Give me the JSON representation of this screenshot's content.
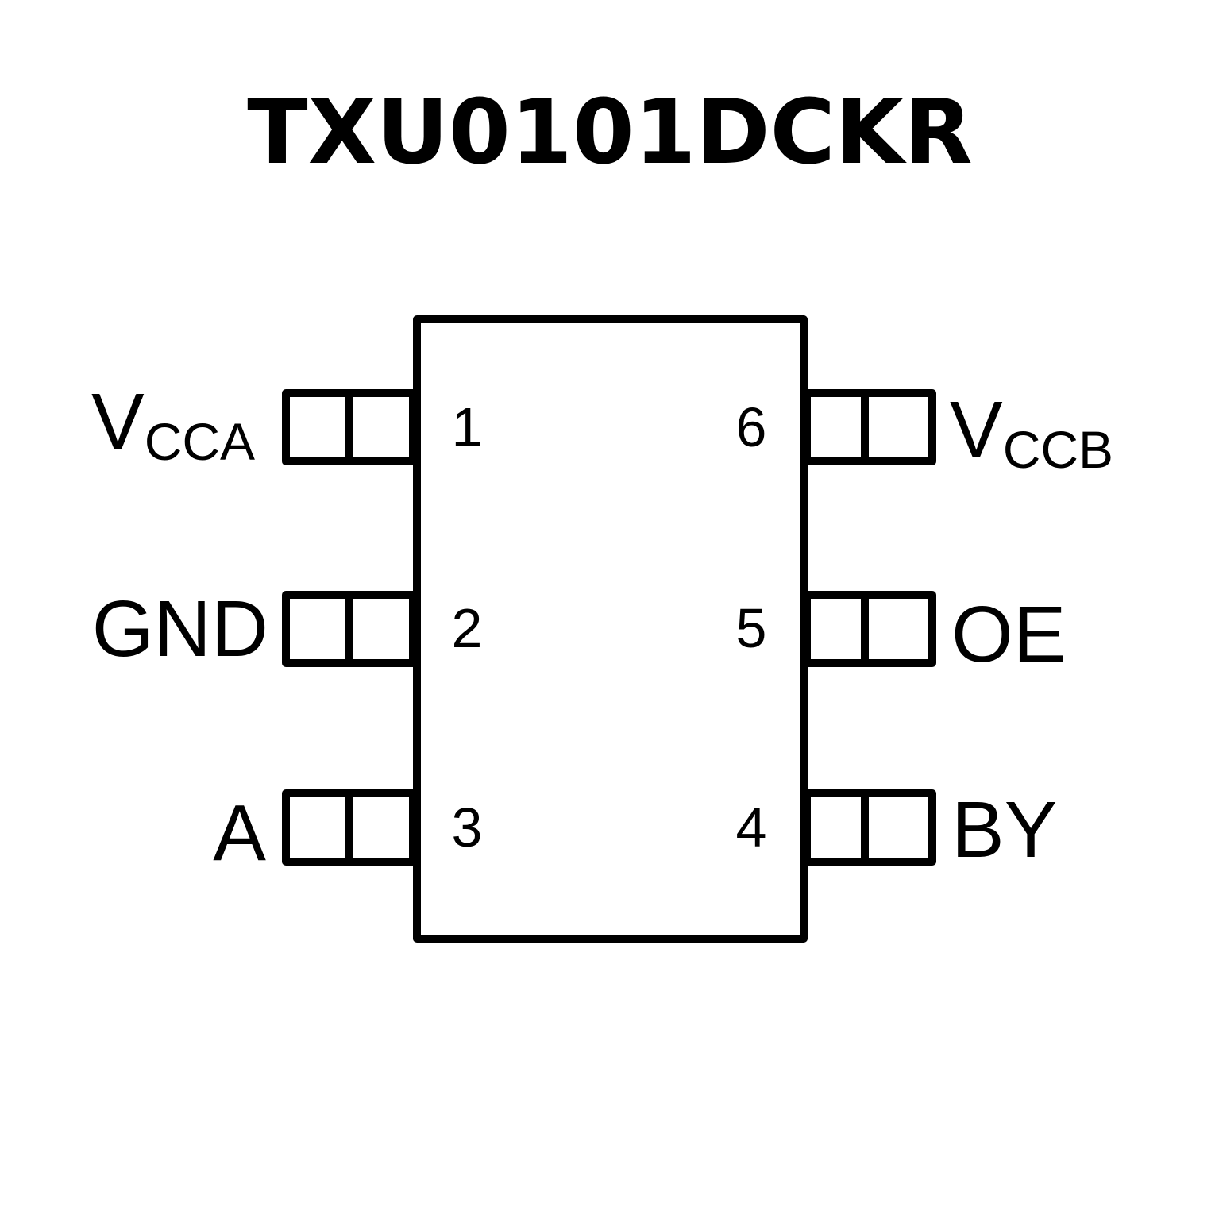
{
  "title": "TXU0101DCKR",
  "colors": {
    "line": "#000000",
    "background": "#ffffff"
  },
  "left_pins": [
    {
      "number": "1",
      "name": "V",
      "subscript": "CCA"
    },
    {
      "number": "2",
      "name": "GND",
      "subscript": ""
    },
    {
      "number": "3",
      "name": "A",
      "subscript": ""
    }
  ],
  "right_pins": [
    {
      "number": "6",
      "name": "V",
      "subscript": "CCB"
    },
    {
      "number": "5",
      "name": "OE",
      "subscript": ""
    },
    {
      "number": "4",
      "name": "BY",
      "subscript": ""
    }
  ]
}
